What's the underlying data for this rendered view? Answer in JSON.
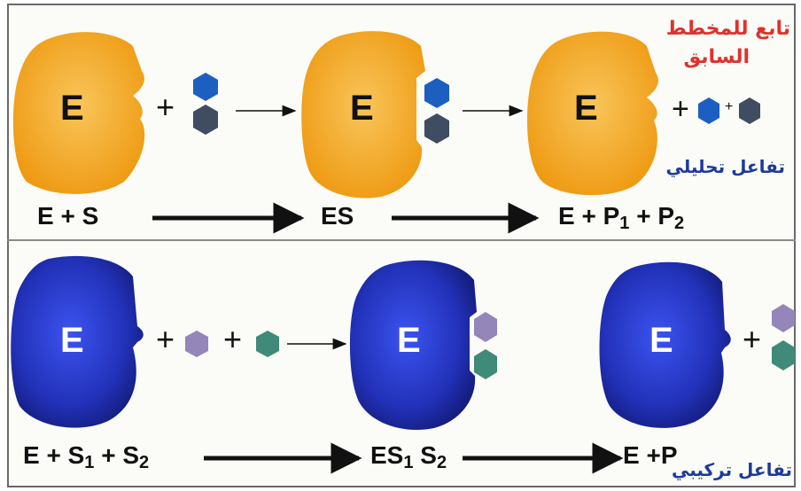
{
  "top_row": {
    "enzyme_letter": "E",
    "plus": "+",
    "eq_start": {
      "a": "E",
      "op": "+",
      "b": "S"
    },
    "eq_mid": "ES",
    "eq_end": {
      "e": "E",
      "op1": "+",
      "p1": "P",
      "p1_sub": "1",
      "op2": "+",
      "p2": "P",
      "p2_sub": "2"
    },
    "note_red_line1": "تابع للمخطط",
    "note_red_line2": "السابق",
    "note_blue": "تفاعل تحليلي"
  },
  "bottom_row": {
    "enzyme_letter": "E",
    "plus": "+",
    "eq_start": {
      "e": "E",
      "op1": "+",
      "s1": "S",
      "s1_sub": "1",
      "op2": "+",
      "s2": "S",
      "s2_sub": "2"
    },
    "eq_mid": {
      "es": "ES",
      "es_sub": "1",
      "s": "S",
      "s_sub": "2"
    },
    "eq_end": {
      "e": "E",
      "op": "+",
      "p": "P"
    },
    "note_blue": "تفاعل تركيبي"
  },
  "colors": {
    "enzyme_orange": "#f2a11d",
    "enzyme_blue": "#2233b8",
    "hex_blue": "#1c5fc0",
    "hex_dark": "#3f4c62",
    "hex_purple": "#9486b8",
    "hex_teal": "#3f8a78",
    "red_text": "#e0312b",
    "blue_text": "#1d3a9a"
  }
}
